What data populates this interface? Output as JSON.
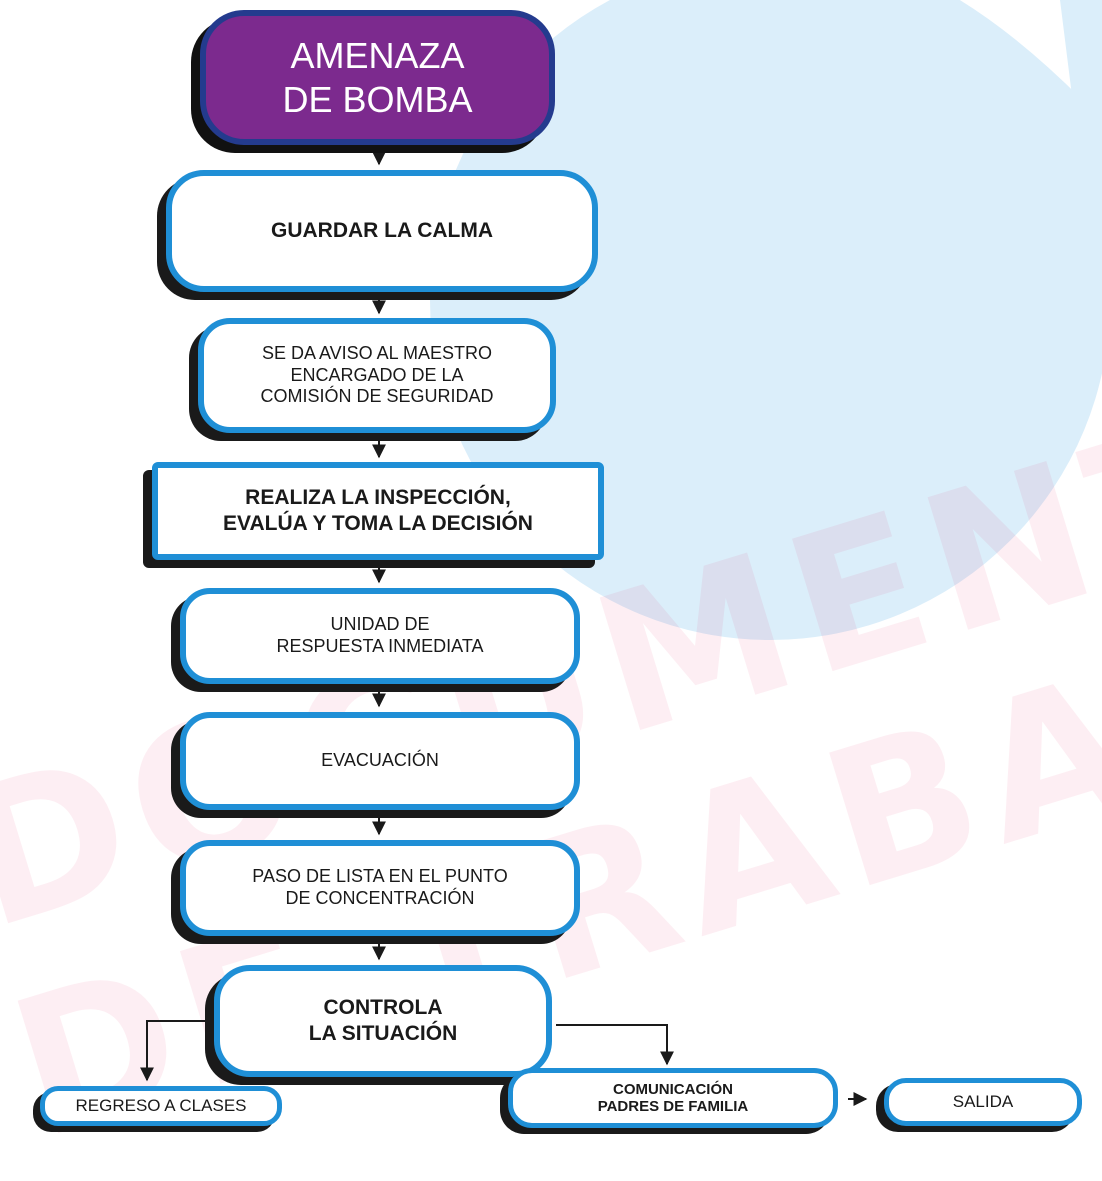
{
  "flowchart": {
    "title": "AMENAZA\nDE BOMBA",
    "steps": [
      "GUARDAR  LA CALMA",
      "SE DA AVISO AL MAESTRO\nENCARGADO DE LA\nCOMISIÓN DE SEGURIDAD",
      "REALIZA LA INSPECCIÓN,\nEVALÚA Y TOMA LA DECISIÓN",
      "UNIDAD DE\nRESPUESTA INMEDIATA",
      "EVACUACIÓN",
      "PASO DE LISTA EN EL PUNTO\nDE CONCENTRACIÓN",
      "CONTROLA\nLA SITUACIÓN"
    ],
    "outcomes": {
      "left": "REGRESO A CLASES",
      "right": "COMUNICACIÓN\nPADRES DE FAMILIA",
      "final": "SALIDA"
    }
  },
  "watermark": {
    "line1": "DOCUMENTO",
    "line2": "DE TRABAJO"
  },
  "colors": {
    "accent_blue": "#1f8fd6",
    "start_purple": "#7c2a8e",
    "start_border": "#243b8e",
    "shadow": "#1a1a1a",
    "bomb_bg": "#dbeefa",
    "watermark": "#e10046"
  }
}
